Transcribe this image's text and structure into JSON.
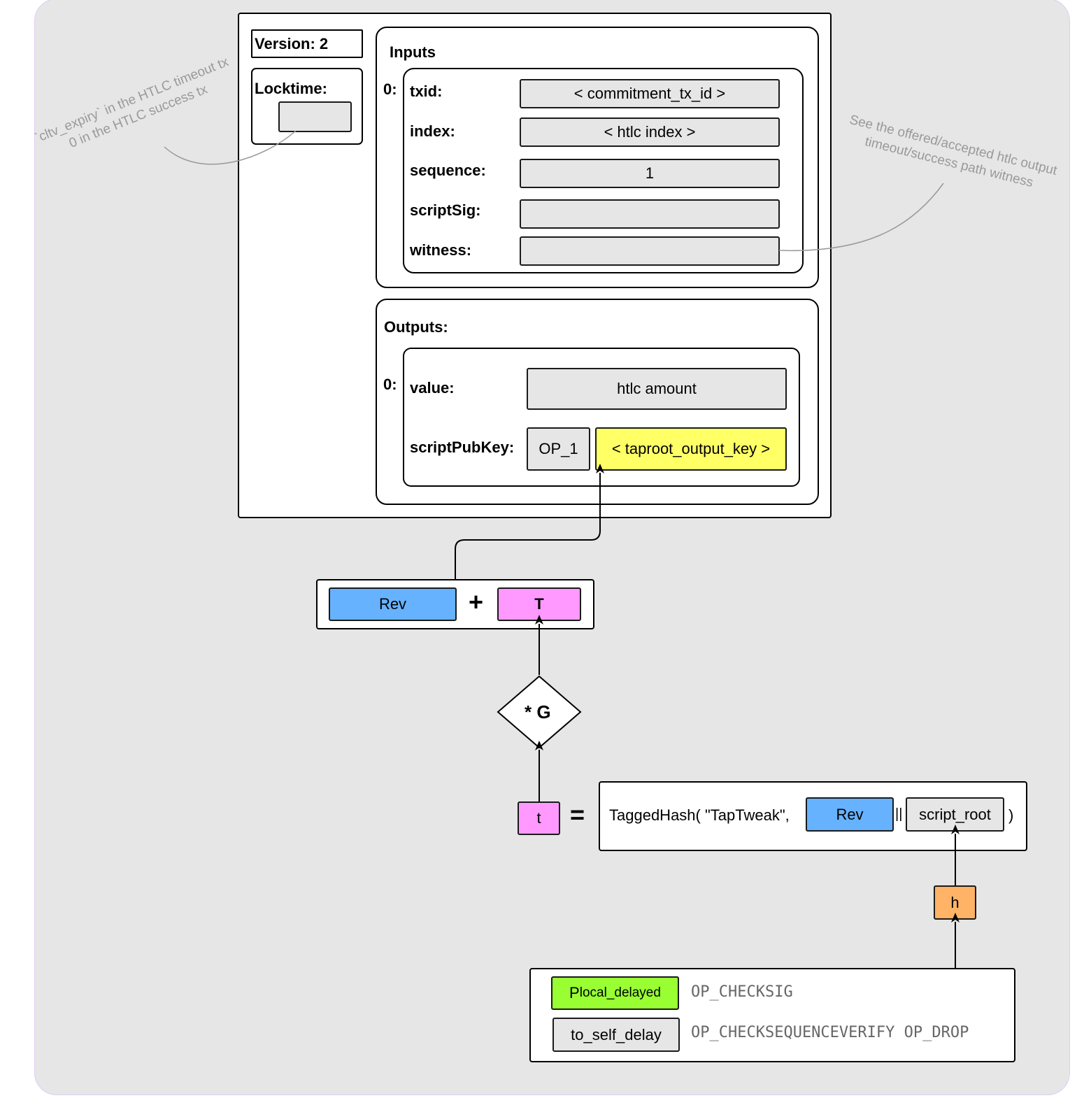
{
  "transaction": {
    "version_label": "Version: 2",
    "locktime_label": "Locktime:",
    "locktime_value": "",
    "inputs": {
      "title": "Inputs",
      "index_label": "0:",
      "fields": [
        {
          "label": "txid:",
          "value": "< commitment_tx_id >"
        },
        {
          "label": "index:",
          "value": "< htlc index >"
        },
        {
          "label": "sequence:",
          "value": "1"
        },
        {
          "label": "scriptSig:",
          "value": ""
        },
        {
          "label": "witness:",
          "value": ""
        }
      ]
    },
    "outputs": {
      "title": "Outputs:",
      "index_label": "0:",
      "value_label": "value:",
      "value": "htlc amount",
      "scriptpubkey_label": "scriptPubKey:",
      "op_1": "OP_1",
      "taproot_output_key": "< taproot_output_key >"
    }
  },
  "annotations": {
    "locktime_note_line1": "`cltv_expiry` in the HTLC timeout tx",
    "locktime_note_line2": "0 in the HTLC success tx",
    "witness_note_line1": "See the offered/accepted htlc output",
    "witness_note_line2": "timeout/success path witness"
  },
  "key_sum": {
    "rev": "Rev",
    "plus": "+",
    "t_point": "T"
  },
  "multiply_g": "* G",
  "tweak": {
    "t_scalar": "t",
    "equals": "=",
    "prefix": "TaggedHash( \"TapTweak\",",
    "rev": "Rev",
    "concat": "||",
    "script_root": "script_root",
    "suffix": ")"
  },
  "leaf_hash": "h",
  "script": {
    "key_main": "P",
    "key_sub": "local_delayed",
    "op1": "OP_CHECKSIG",
    "delay": "to_self_delay",
    "op2": "OP_CHECKSEQUENCEVERIFY OP_DROP"
  },
  "colors": {
    "background": "#e6e6e6",
    "field": "#e6e6e6",
    "taproot_key": "#ffff66",
    "rev": "#66b2ff",
    "tweak_point": "#ff99ff",
    "leaf_hash": "#ffb366",
    "local_delayed_key": "#99ff33"
  }
}
